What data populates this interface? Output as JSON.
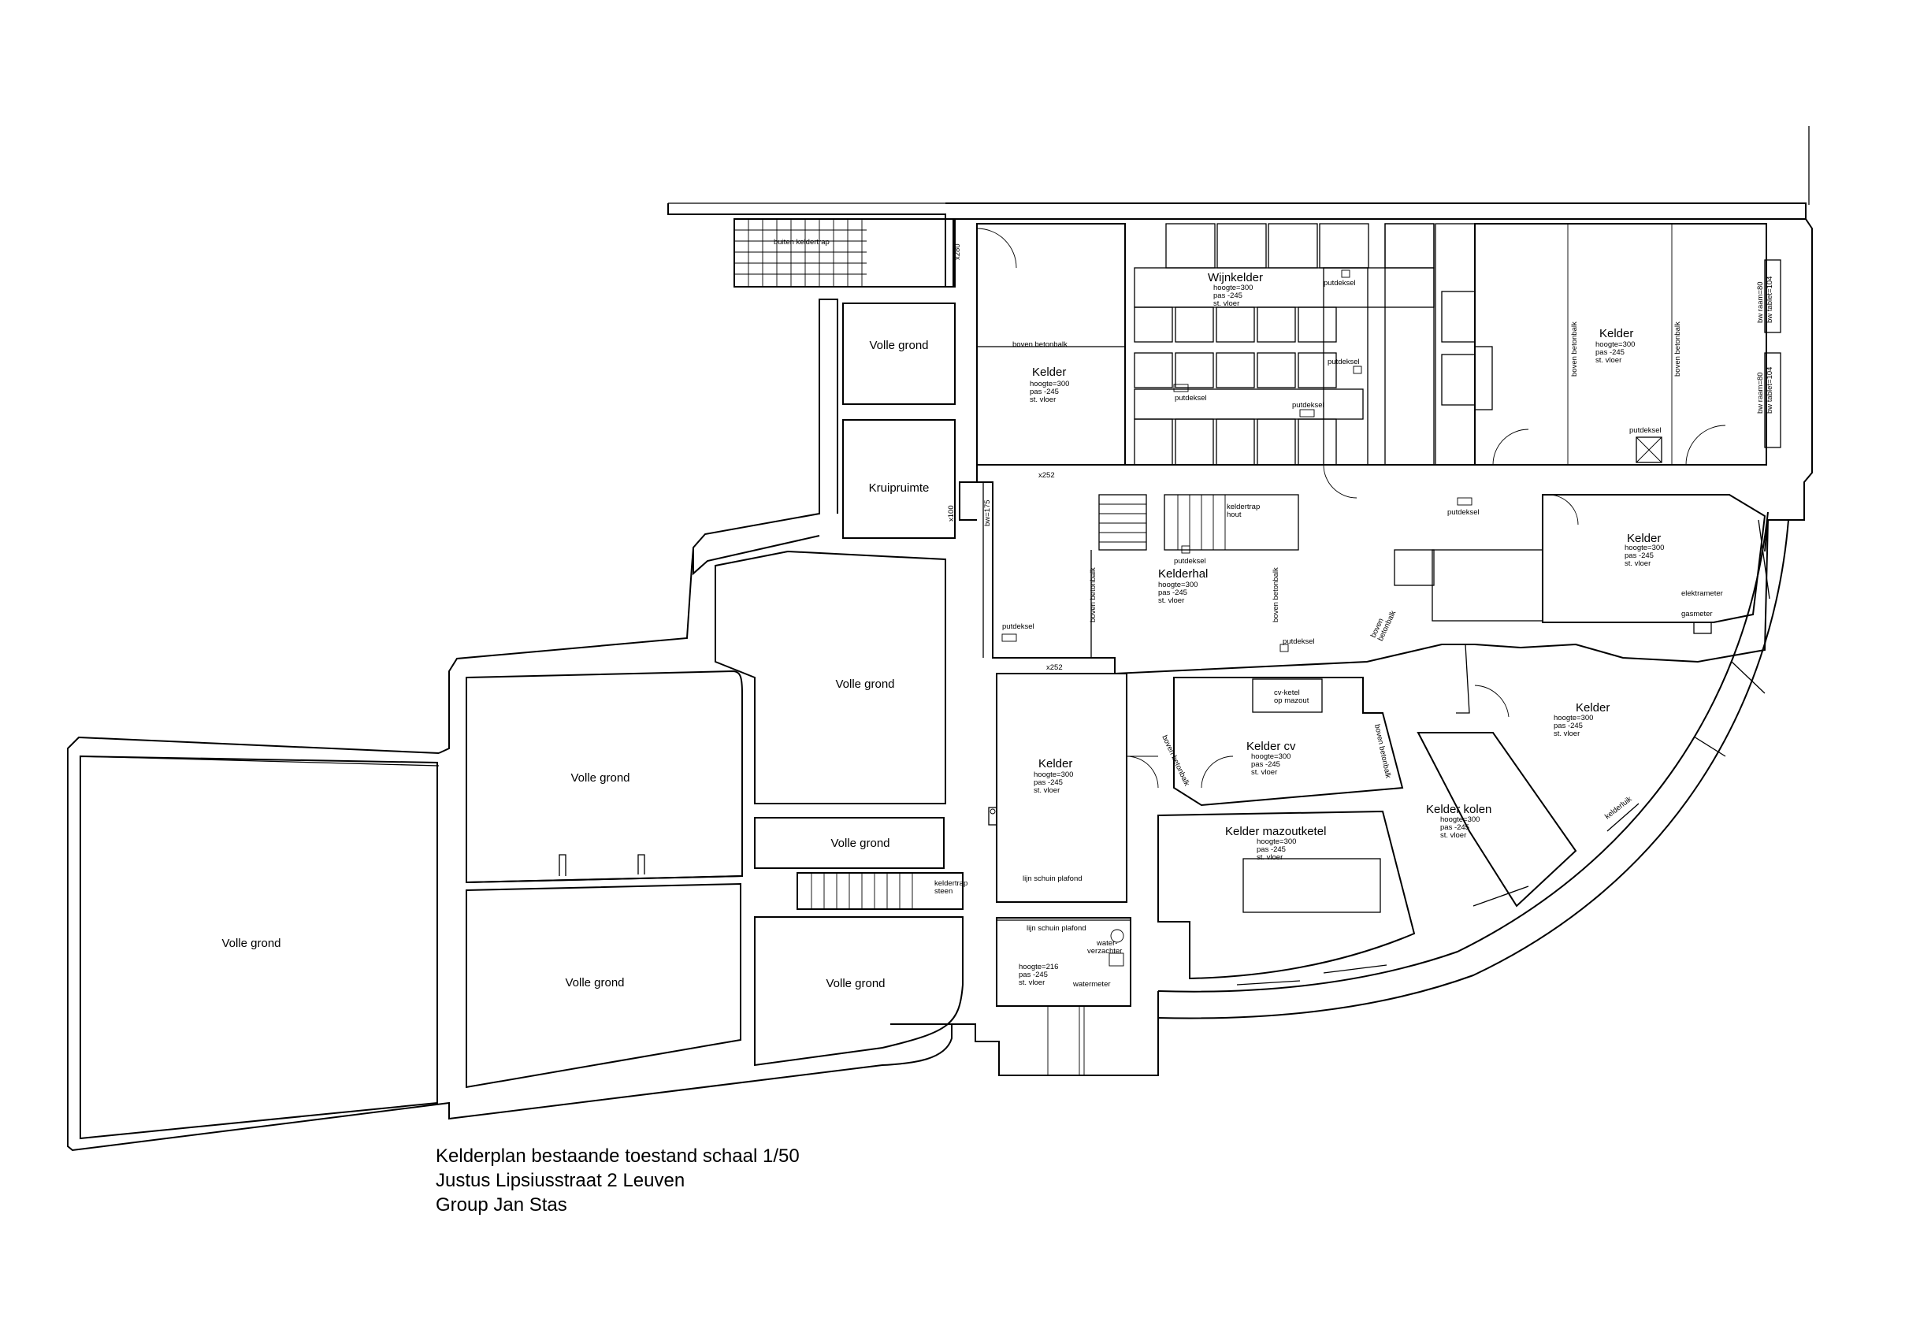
{
  "title": {
    "line1": "Kelderplan bestaande toestand  schaal 1/50",
    "line2": "Justus Lipsiusstraat 2 Leuven",
    "line3": "Group Jan Stas"
  },
  "labels": {
    "buiten_keldertrap": "buiten keldertrap",
    "x280": "x280",
    "volle_grond": "Volle grond",
    "kruipruimte": "Kruipruimte",
    "x100": "x100",
    "bw175": "bw=175",
    "boven_betonbalk": "boven betonbalk",
    "boven_betonbalk_2": "boven\nbetonbalk",
    "kelder": "Kelder",
    "h300": "hoogte=300",
    "h216": "hoogte=216",
    "pas245": "pas -245",
    "stvloer": "st. vloer",
    "x252": "x252",
    "wijnkelder": "Wijnkelder",
    "putdeksel": "putdeksel",
    "keldertrap_hout": "keldertrap\nhout",
    "kelderhal": "Kelderhal",
    "bw_raam": "bw raam=80",
    "bw_tablet": "bw tablet=104",
    "elektrameter": "elektrameter",
    "gasmeter": "gasmeter",
    "kelder_cv": "Kelder cv",
    "cv_ketel": "cv-ketel\nop mazout",
    "kelder_kolen": "Kelder kolen",
    "kelder_mazoutketel": "Kelder mazoutketel",
    "keldertrap_steen": "keldertrap\nsteen",
    "lijn_schuin_plafond": "lijn schuin plafond",
    "waterverzachter": "water-\nverzachter",
    "watermeter": "watermeter",
    "kelderluik": "kelderluik"
  }
}
